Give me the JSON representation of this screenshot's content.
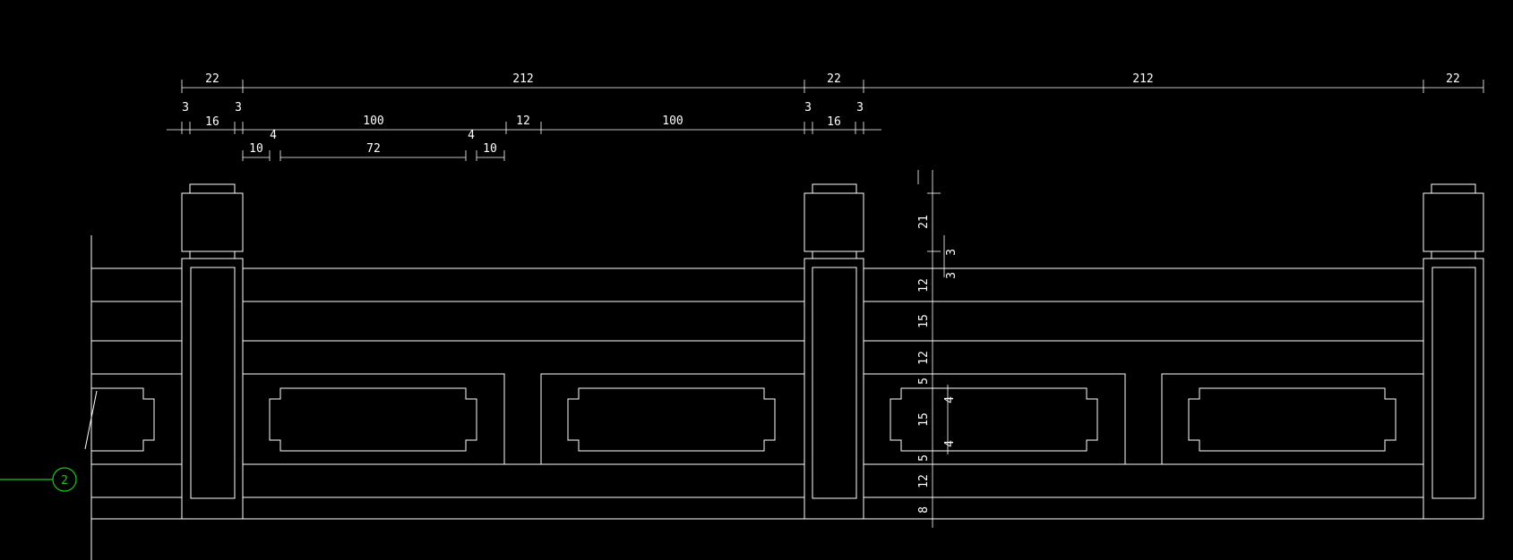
{
  "colors": {
    "background": "#000000",
    "line": "#ffffff",
    "grid_bubble": "#19c819"
  },
  "top_dims": {
    "row1": [
      "22",
      "212",
      "22",
      "212",
      "22"
    ],
    "row2": [
      "3",
      "16",
      "3",
      "100",
      "12",
      "100",
      "3",
      "16",
      "3"
    ],
    "row3": [
      "10",
      "72",
      "10"
    ],
    "panel_step": [
      "4",
      "4"
    ]
  },
  "vertical_dims": [
    "21",
    "3",
    "3",
    "12",
    "15",
    "12",
    "5",
    "15",
    "5",
    "12",
    "8"
  ],
  "panel_insets": [
    "4",
    "4"
  ],
  "grid_bubble": {
    "label": "2"
  }
}
